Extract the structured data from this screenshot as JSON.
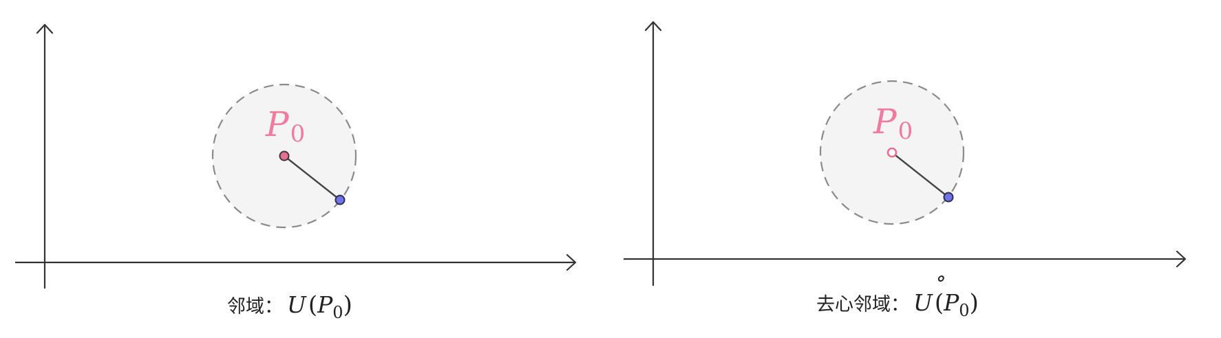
{
  "panels": [
    {
      "point_label": {
        "letter": "P",
        "subscript": "0"
      },
      "center_point_style": "filled",
      "caption": {
        "text": "邻域：",
        "symbol": "U",
        "symbol_accent": "",
        "open_paren": "(",
        "arg_letter": "P",
        "arg_subscript": "0",
        "close_paren": ")"
      }
    },
    {
      "point_label": {
        "letter": "P",
        "subscript": "0"
      },
      "center_point_style": "hollow",
      "caption": {
        "text": "去心邻域：",
        "symbol": "U",
        "symbol_accent": "˚",
        "open_paren": "(",
        "arg_letter": "P",
        "arg_subscript": "0",
        "close_paren": ")"
      }
    }
  ],
  "colors": {
    "axis": "#333333",
    "neighborhood_fill": "#f4f4f4",
    "neighborhood_border": "#8a8a8a",
    "center_point": "#e8708f",
    "boundary_point": "#6f72e8",
    "label": "#ee7ba0",
    "caption": "#222222"
  }
}
